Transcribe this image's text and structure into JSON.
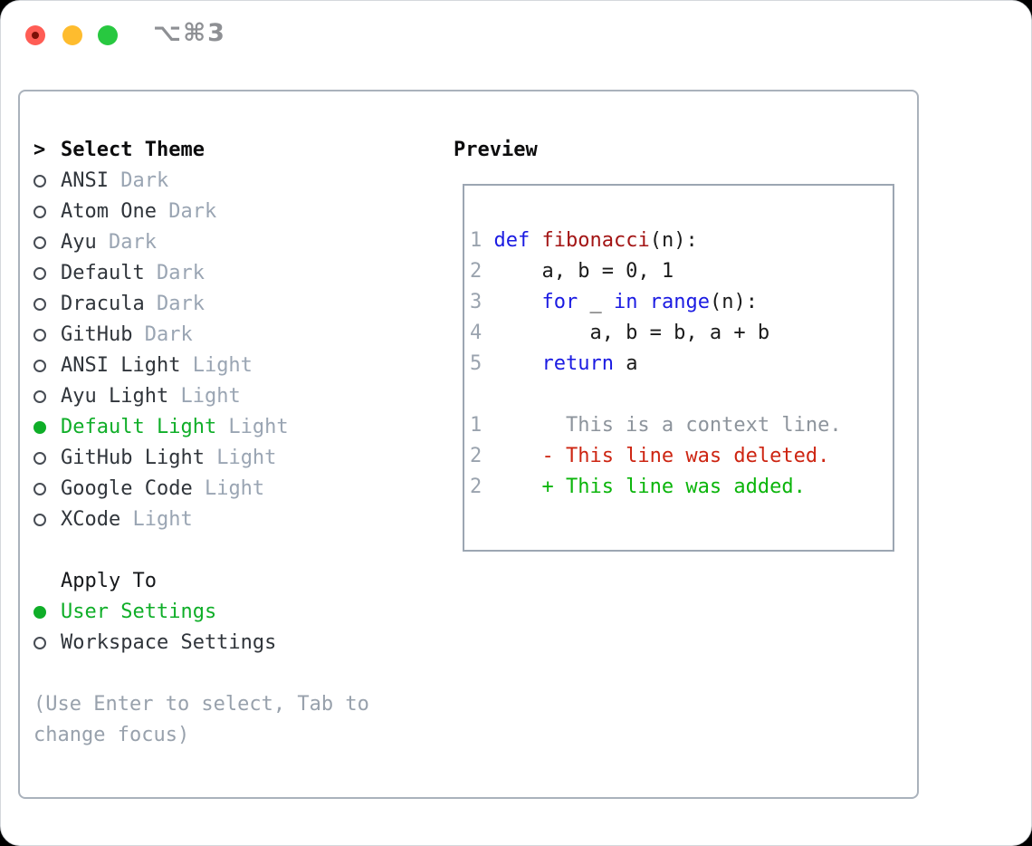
{
  "window": {
    "title": "⌥⌘3"
  },
  "theme_picker": {
    "cursor": ">",
    "header": "Select Theme",
    "items": [
      {
        "name": "ANSI",
        "variant": "Dark",
        "selected": false
      },
      {
        "name": "Atom One",
        "variant": "Dark",
        "selected": false
      },
      {
        "name": "Ayu",
        "variant": "Dark",
        "selected": false
      },
      {
        "name": "Default",
        "variant": "Dark",
        "selected": false
      },
      {
        "name": "Dracula",
        "variant": "Dark",
        "selected": false
      },
      {
        "name": "GitHub",
        "variant": "Dark",
        "selected": false
      },
      {
        "name": "ANSI Light",
        "variant": "Light",
        "selected": false
      },
      {
        "name": "Ayu Light",
        "variant": "Light",
        "selected": false
      },
      {
        "name": "Default Light",
        "variant": "Light",
        "selected": true
      },
      {
        "name": "GitHub Light",
        "variant": "Light",
        "selected": false
      },
      {
        "name": "Google Code",
        "variant": "Light",
        "selected": false
      },
      {
        "name": "XCode",
        "variant": "Light",
        "selected": false
      }
    ]
  },
  "apply_to": {
    "header": "Apply To",
    "options": [
      {
        "label": "User Settings",
        "selected": true
      },
      {
        "label": "Workspace Settings",
        "selected": false
      }
    ]
  },
  "help_text": "(Use Enter to select, Tab to change focus)",
  "preview": {
    "header": "Preview",
    "lines": [
      {
        "num": "1",
        "tokens": [
          {
            "t": "def",
            "c": "keyword"
          },
          {
            "t": " ",
            "c": "plain"
          },
          {
            "t": "fibonacci",
            "c": "function"
          },
          {
            "t": "(n):",
            "c": "plain"
          }
        ]
      },
      {
        "num": "2",
        "tokens": [
          {
            "t": "    a, b = 0, 1",
            "c": "plain"
          }
        ]
      },
      {
        "num": "3",
        "tokens": [
          {
            "t": "    ",
            "c": "plain"
          },
          {
            "t": "for",
            "c": "keyword"
          },
          {
            "t": " _ ",
            "c": "plain"
          },
          {
            "t": "in",
            "c": "keyword"
          },
          {
            "t": " ",
            "c": "plain"
          },
          {
            "t": "range",
            "c": "keyword"
          },
          {
            "t": "(n):",
            "c": "plain"
          }
        ]
      },
      {
        "num": "4",
        "tokens": [
          {
            "t": "        a, b = b, a + b",
            "c": "plain"
          }
        ]
      },
      {
        "num": "5",
        "tokens": [
          {
            "t": "    ",
            "c": "plain"
          },
          {
            "t": "return",
            "c": "keyword"
          },
          {
            "t": " a",
            "c": "plain"
          }
        ]
      },
      {
        "num": "",
        "tokens": []
      },
      {
        "num": "1",
        "tokens": [
          {
            "t": "      This is a context line.",
            "c": "context"
          }
        ]
      },
      {
        "num": "2",
        "tokens": [
          {
            "t": "    - This line was deleted.",
            "c": "deleted"
          }
        ]
      },
      {
        "num": "2",
        "tokens": [
          {
            "t": "    + This line was added.",
            "c": "added"
          }
        ]
      }
    ]
  },
  "colors": {
    "keyword": "#1b1be2",
    "function": "#a31515",
    "plain": "#1b1b1b",
    "line_number": "#9aa3ae",
    "context": "#8d949c",
    "deleted": "#cd2512",
    "added": "#0bb50b",
    "selected_green": "#0fae28",
    "variant_gray": "#9aa5b3",
    "traffic_red": "#ff5d55",
    "traffic_red_dot": "#7c1007",
    "traffic_yellow": "#febc2e",
    "traffic_green": "#28c840"
  }
}
